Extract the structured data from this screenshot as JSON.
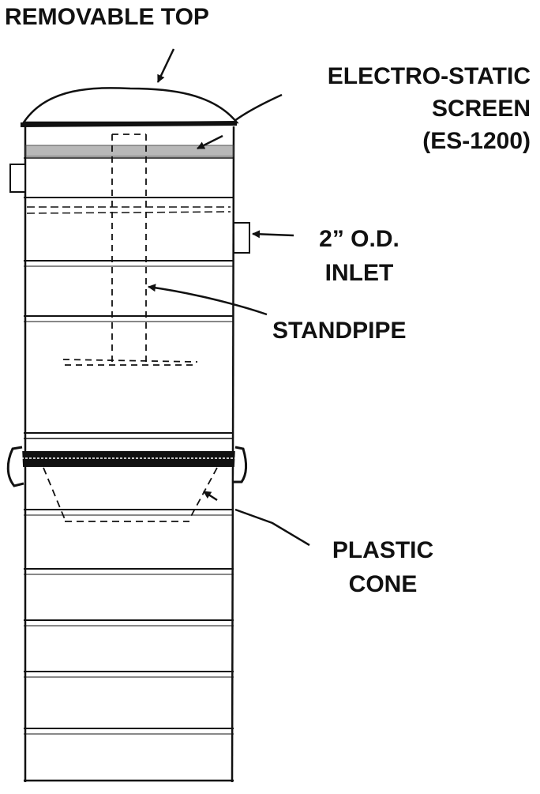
{
  "labels": {
    "removable_top": "REMOVABLE TOP",
    "screen": [
      "ELECTRO-STATIC",
      "SCREEN",
      "(ES-1200)"
    ],
    "inlet": [
      "2” O.D.",
      "INLET"
    ],
    "standpipe": "STANDPIPE",
    "cone": [
      "PLASTIC",
      "CONE"
    ]
  },
  "colors": {
    "ink": "#111111",
    "screen_fill": "#b8b8b8",
    "background": "#ffffff"
  }
}
